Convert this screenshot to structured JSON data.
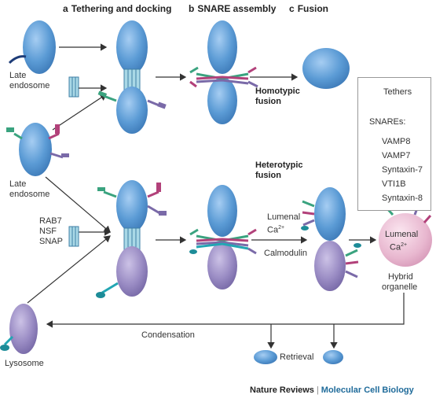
{
  "headers": {
    "a_key": "a",
    "a_text": "Tethering and docking",
    "b_key": "b",
    "b_text": "SNARE assembly",
    "c_key": "c",
    "c_text": "Fusion"
  },
  "labels": {
    "late_endosome_1_line1": "Late",
    "late_endosome_1_line2": "endosome",
    "late_endosome_2_line1": "Late",
    "late_endosome_2_line2": "endosome",
    "homotypic_line1": "Homotypic",
    "homotypic_line2": "fusion",
    "heterotypic_line1": "Heterotypic",
    "heterotypic_line2": "fusion",
    "rab7": "RAB7",
    "nsf": "NSF",
    "snap": "SNAP",
    "lumenal_ca_1": "Lumenal",
    "ca_1": "Ca",
    "ca_sup_1": "2+",
    "calmodulin": "Calmodulin",
    "lumenal_2": "Lumenal",
    "ca_2": "Ca",
    "ca_sup_2": "2+",
    "hybrid_line1": "Hybrid",
    "hybrid_line2": "organelle",
    "condensation": "Condensation",
    "retrieval": "Retrieval",
    "lysosome": "Lysosome"
  },
  "legend": {
    "tethers": "Tethers",
    "snares_title": "SNAREs:",
    "items": [
      {
        "label": "VAMP8",
        "color": "#1d3c78"
      },
      {
        "label": "VAMP7",
        "color": "#22a6b3"
      },
      {
        "label": "Syntaxin-7",
        "color": "#3aa37f"
      },
      {
        "label": "VTI1B",
        "color": "#b2417a"
      },
      {
        "label": "Syntaxin-8",
        "color": "#7a6aa8"
      }
    ]
  },
  "footer": {
    "publisher": "Nature Reviews",
    "separator": "|",
    "journal": "Molecular Cell Biology"
  },
  "colors": {
    "endosome": "#5b9bd5",
    "lysosome": "#9a8cc4",
    "hybrid": "#e8b7cf",
    "tether": "#a9d8e6"
  }
}
